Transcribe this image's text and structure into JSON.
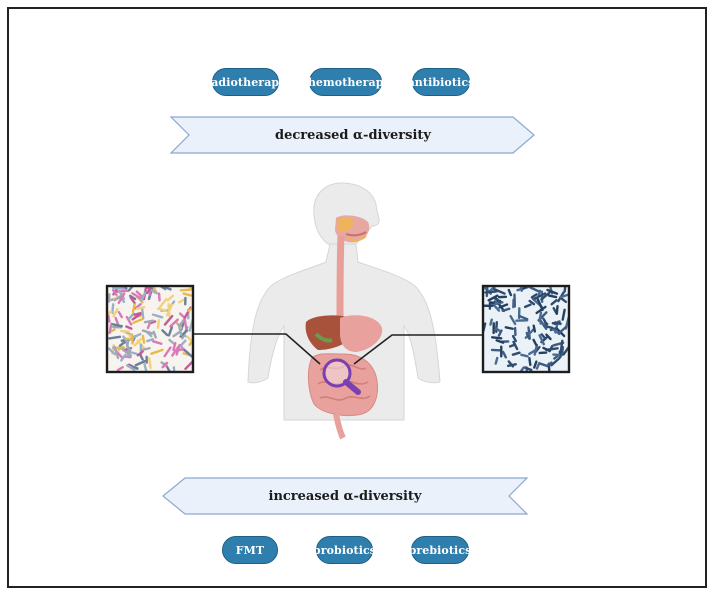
{
  "top_factors": [
    "radiotherapy",
    "chemotherapy",
    "antibiotics"
  ],
  "top_arrow_label": "decreased α-diversity",
  "bottom_arrow_label": "increased α-diversity",
  "bottom_factors": [
    "FMT",
    "probiotics",
    "prebiotics"
  ],
  "colors": {
    "pill_fill": "#2f7fae",
    "arrow_fill": "#eaf1fb",
    "arrow_stroke": "#8aa9cf",
    "body_fill": "#ebebeb",
    "organ_pink": "#e8a19c",
    "liver": "#a8523b",
    "lens": "#7a3fb0"
  }
}
